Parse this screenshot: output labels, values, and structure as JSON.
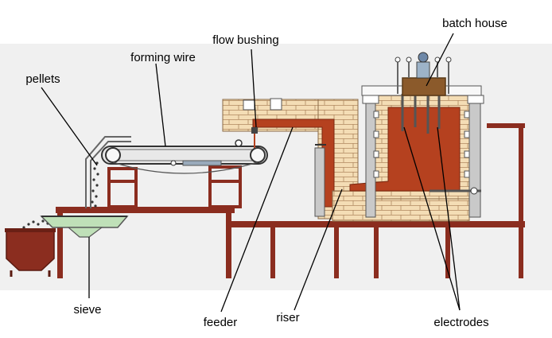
{
  "labels": {
    "batch_house": "batch house",
    "flow_bushing": "flow bushing",
    "forming_wire": "forming wire",
    "pellets": "pellets",
    "sieve": "sieve",
    "feeder": "feeder",
    "riser": "riser",
    "electrodes": "electrodes"
  },
  "colors": {
    "frame": "#8b2d1f",
    "brick": "#f4ddb5",
    "brick_line": "#b08860",
    "molten_glass": "#b5411f",
    "steel": "#c9c9c9",
    "sieve_green": "#bfe0b8",
    "background_band": "#f0f0f0"
  }
}
